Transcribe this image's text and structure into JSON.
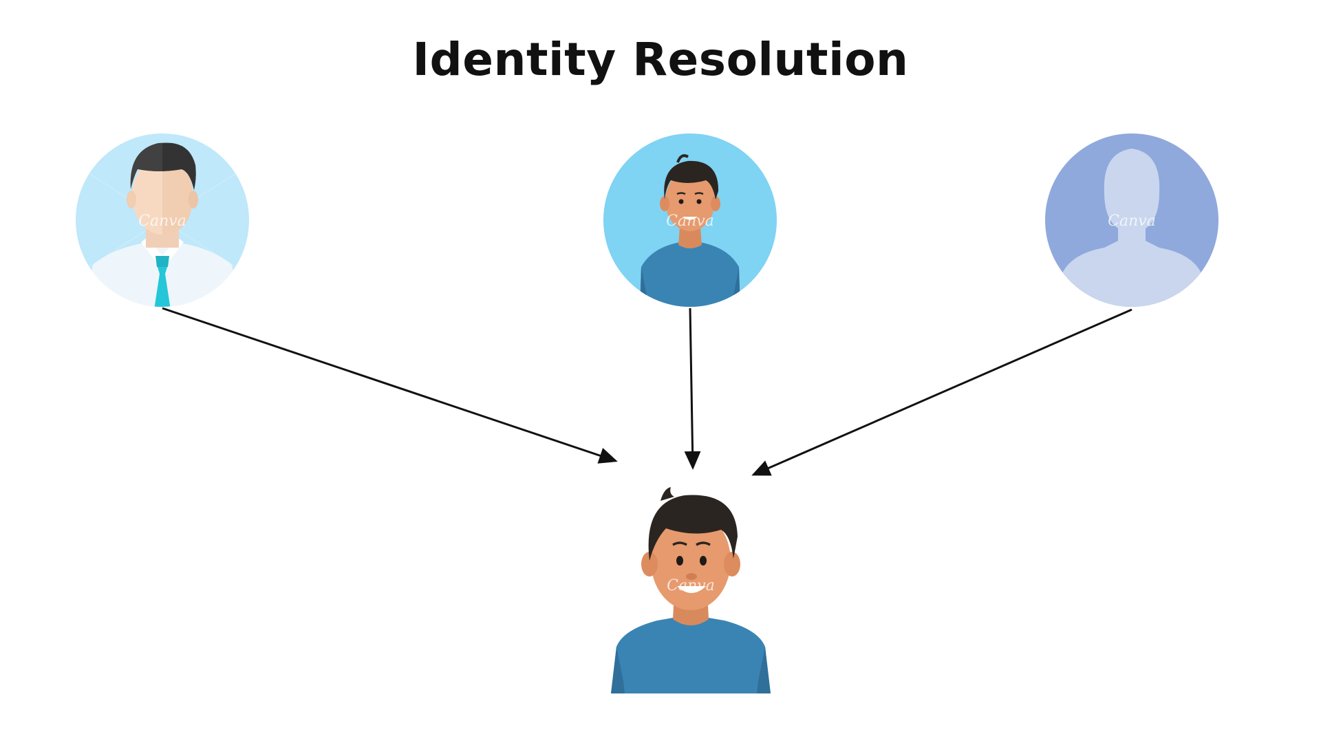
{
  "title": "Identity Resolution",
  "watermark": "Canva",
  "colors": {
    "arrow": "#111111",
    "avatar_bg_light": "#bfe8fa",
    "avatar_bg_mid": "#7fd3f3",
    "avatar_bg_placeholder": "#8fa9dc",
    "shirt_blue": "#3a84b4",
    "skin": "#e69a6d",
    "hair": "#2b2522",
    "tie_cyan": "#25c6d8"
  },
  "nodes": [
    {
      "id": "profile-businessman",
      "icon": "businessman-avatar-icon"
    },
    {
      "id": "profile-casual",
      "icon": "casual-man-avatar-icon"
    },
    {
      "id": "profile-anonymous",
      "icon": "anonymous-silhouette-icon"
    },
    {
      "id": "resolved-identity",
      "icon": "resolved-person-icon"
    }
  ]
}
